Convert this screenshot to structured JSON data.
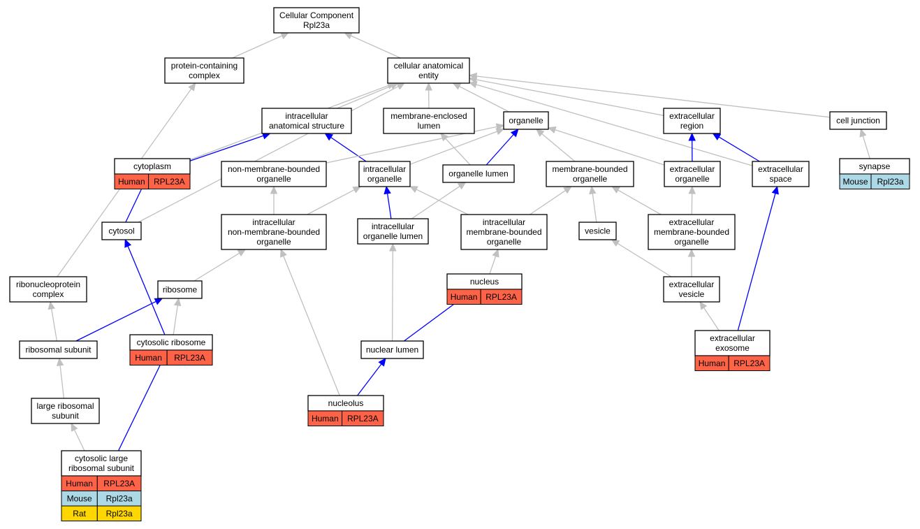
{
  "graph": {
    "species_colors": {
      "Human": "#ff6347",
      "Mouse": "#add8e6",
      "Rat": "#ffd700"
    },
    "edge_colors": {
      "is_a": "#c0c0c0",
      "part_of": "#0000ff"
    },
    "nodes": {
      "root": {
        "lines": [
          "Cellular Component",
          "Rpl23a"
        ]
      },
      "pcc": {
        "lines": [
          "protein-containing",
          "complex"
        ]
      },
      "cae": {
        "lines": [
          "cellular anatomical",
          "entity"
        ]
      },
      "ias": {
        "lines": [
          "intracellular",
          "anatomical structure"
        ]
      },
      "mel": {
        "lines": [
          "membrane-enclosed",
          "lumen"
        ]
      },
      "org": {
        "lines": [
          "organelle"
        ]
      },
      "exr": {
        "lines": [
          "extracellular",
          "region"
        ]
      },
      "cj": {
        "lines": [
          "cell junction"
        ]
      },
      "cyto": {
        "lines": [
          "cytoplasm"
        ],
        "genes": [
          {
            "species": "Human",
            "symbol": "RPL23A"
          }
        ]
      },
      "nmbo": {
        "lines": [
          "non-membrane-bounded",
          "organelle"
        ]
      },
      "io": {
        "lines": [
          "intracellular",
          "organelle"
        ]
      },
      "ol": {
        "lines": [
          "organelle lumen"
        ]
      },
      "mbo": {
        "lines": [
          "membrane-bounded",
          "organelle"
        ]
      },
      "exo": {
        "lines": [
          "extracellular",
          "organelle"
        ]
      },
      "exs": {
        "lines": [
          "extracellular",
          "space"
        ]
      },
      "syn": {
        "lines": [
          "synapse"
        ],
        "genes": [
          {
            "species": "Mouse",
            "symbol": "Rpl23a"
          }
        ]
      },
      "cytosol": {
        "lines": [
          "cytosol"
        ]
      },
      "inmbo": {
        "lines": [
          "intracellular",
          "non-membrane-bounded",
          "organelle"
        ]
      },
      "iol": {
        "lines": [
          "intracellular",
          "organelle lumen"
        ]
      },
      "imbo": {
        "lines": [
          "intracellular",
          "membrane-bounded",
          "organelle"
        ]
      },
      "ves": {
        "lines": [
          "vesicle"
        ]
      },
      "embo": {
        "lines": [
          "extracellular",
          "membrane-bounded",
          "organelle"
        ]
      },
      "rnp": {
        "lines": [
          "ribonucleoprotein",
          "complex"
        ]
      },
      "ribo": {
        "lines": [
          "ribosome"
        ]
      },
      "nuc": {
        "lines": [
          "nucleus"
        ],
        "genes": [
          {
            "species": "Human",
            "symbol": "RPL23A"
          }
        ]
      },
      "exv": {
        "lines": [
          "extracellular",
          "vesicle"
        ]
      },
      "rs": {
        "lines": [
          "ribosomal subunit"
        ]
      },
      "cr": {
        "lines": [
          "cytosolic ribosome"
        ],
        "genes": [
          {
            "species": "Human",
            "symbol": "RPL23A"
          }
        ]
      },
      "nl": {
        "lines": [
          "nuclear lumen"
        ]
      },
      "exosome": {
        "lines": [
          "extracellular",
          "exosome"
        ],
        "genes": [
          {
            "species": "Human",
            "symbol": "RPL23A"
          }
        ]
      },
      "nucleolus": {
        "lines": [
          "nucleolus"
        ],
        "genes": [
          {
            "species": "Human",
            "symbol": "RPL23A"
          }
        ]
      },
      "lrs": {
        "lines": [
          "large ribosomal",
          "subunit"
        ]
      },
      "clrs": {
        "lines": [
          "cytosolic large",
          "ribosomal subunit"
        ],
        "genes": [
          {
            "species": "Human",
            "symbol": "RPL23A"
          },
          {
            "species": "Mouse",
            "symbol": "Rpl23a"
          },
          {
            "species": "Rat",
            "symbol": "Rpl23a"
          }
        ]
      }
    },
    "edges": [
      {
        "from": "pcc",
        "to": "root",
        "type": "is_a"
      },
      {
        "from": "cae",
        "to": "root",
        "type": "is_a"
      },
      {
        "from": "rnp",
        "to": "pcc",
        "type": "is_a"
      },
      {
        "from": "ias",
        "to": "cae",
        "type": "is_a"
      },
      {
        "from": "mel",
        "to": "cae",
        "type": "is_a"
      },
      {
        "from": "org",
        "to": "cae",
        "type": "is_a"
      },
      {
        "from": "exr",
        "to": "cae",
        "type": "is_a"
      },
      {
        "from": "cj",
        "to": "cae",
        "type": "is_a"
      },
      {
        "from": "cyto",
        "to": "cae",
        "type": "is_a"
      },
      {
        "from": "cytosol",
        "to": "cae",
        "type": "is_a"
      },
      {
        "from": "exs",
        "to": "cae",
        "type": "is_a"
      },
      {
        "from": "cyto",
        "to": "ias",
        "type": "part_of"
      },
      {
        "from": "io",
        "to": "ias",
        "type": "part_of"
      },
      {
        "from": "ol",
        "to": "mel",
        "type": "is_a"
      },
      {
        "from": "nmbo",
        "to": "org",
        "type": "is_a"
      },
      {
        "from": "io",
        "to": "org",
        "type": "is_a"
      },
      {
        "from": "ol",
        "to": "org",
        "type": "part_of"
      },
      {
        "from": "mbo",
        "to": "org",
        "type": "is_a"
      },
      {
        "from": "exo",
        "to": "org",
        "type": "is_a"
      },
      {
        "from": "exo",
        "to": "exr",
        "type": "part_of"
      },
      {
        "from": "exs",
        "to": "exr",
        "type": "part_of"
      },
      {
        "from": "syn",
        "to": "cj",
        "type": "is_a"
      },
      {
        "from": "cytosol",
        "to": "cyto",
        "type": "part_of"
      },
      {
        "from": "inmbo",
        "to": "nmbo",
        "type": "is_a"
      },
      {
        "from": "inmbo",
        "to": "io",
        "type": "is_a"
      },
      {
        "from": "iol",
        "to": "io",
        "type": "part_of"
      },
      {
        "from": "imbo",
        "to": "io",
        "type": "is_a"
      },
      {
        "from": "iol",
        "to": "ol",
        "type": "is_a"
      },
      {
        "from": "imbo",
        "to": "mbo",
        "type": "is_a"
      },
      {
        "from": "ves",
        "to": "mbo",
        "type": "is_a"
      },
      {
        "from": "embo",
        "to": "mbo",
        "type": "is_a"
      },
      {
        "from": "embo",
        "to": "exo",
        "type": "is_a"
      },
      {
        "from": "exosome",
        "to": "exs",
        "type": "part_of"
      },
      {
        "from": "ribo",
        "to": "inmbo",
        "type": "is_a"
      },
      {
        "from": "nucleolus",
        "to": "inmbo",
        "type": "is_a"
      },
      {
        "from": "nl",
        "to": "iol",
        "type": "is_a"
      },
      {
        "from": "nuc",
        "to": "imbo",
        "type": "is_a"
      },
      {
        "from": "exv",
        "to": "ves",
        "type": "is_a"
      },
      {
        "from": "exv",
        "to": "embo",
        "type": "is_a"
      },
      {
        "from": "rs",
        "to": "rnp",
        "type": "is_a"
      },
      {
        "from": "rs",
        "to": "ribo",
        "type": "part_of"
      },
      {
        "from": "cr",
        "to": "ribo",
        "type": "is_a"
      },
      {
        "from": "cr",
        "to": "cytosol",
        "type": "part_of"
      },
      {
        "from": "nl",
        "to": "nuc",
        "type": "part_of"
      },
      {
        "from": "exosome",
        "to": "exv",
        "type": "is_a"
      },
      {
        "from": "nucleolus",
        "to": "nl",
        "type": "part_of"
      },
      {
        "from": "lrs",
        "to": "rs",
        "type": "is_a"
      },
      {
        "from": "clrs",
        "to": "lrs",
        "type": "is_a"
      },
      {
        "from": "clrs",
        "to": "cr",
        "type": "part_of"
      }
    ]
  }
}
